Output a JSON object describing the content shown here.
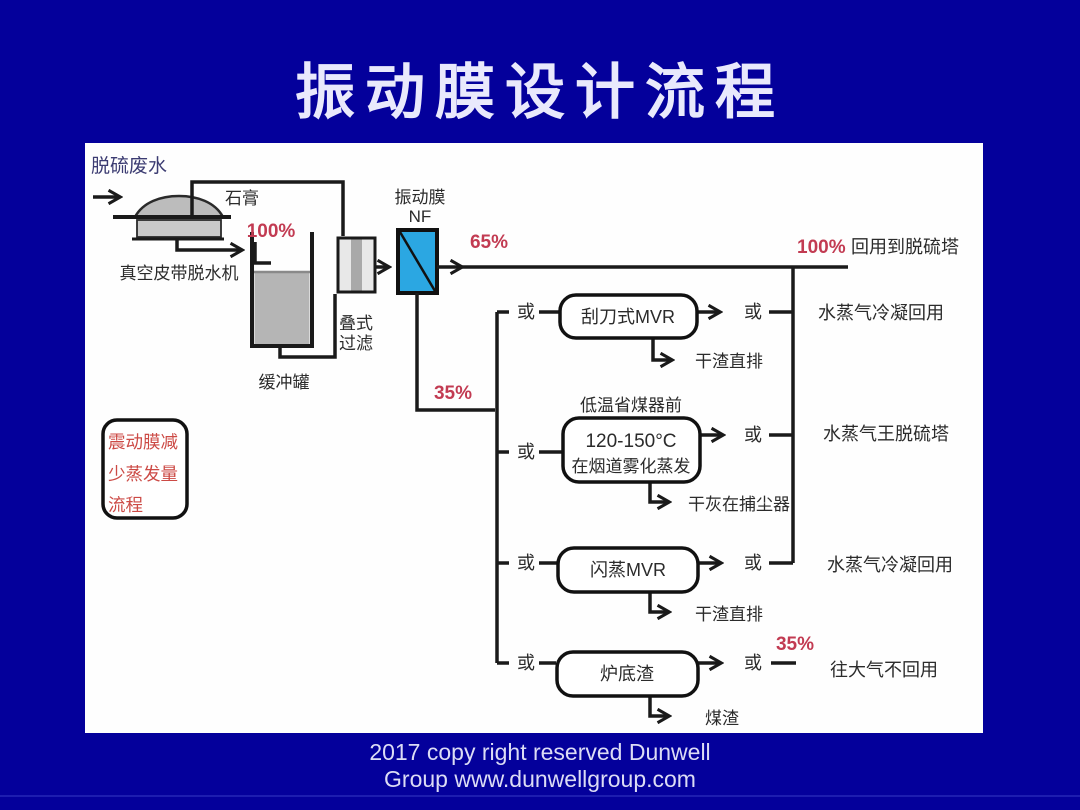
{
  "slide": {
    "title": "振动膜设计流程",
    "footer": {
      "line1": "2017 copy right reserved Dunwell",
      "line2": "Group www.dunwellgroup.com"
    }
  },
  "diagram": {
    "feed_label": "脱硫废水",
    "machine": {
      "label": "真空皮带脱水机",
      "gypsum_label": "石膏",
      "outflow_pct": "100%"
    },
    "buffer_tank": {
      "label": "缓冲罐"
    },
    "filter": {
      "label1": "叠式",
      "label2": "过滤"
    },
    "membrane": {
      "label1": "振动膜",
      "label2": "NF",
      "permeate_pct": "65%",
      "concentrate_pct": "35%"
    },
    "top_right": {
      "pct": "100%",
      "label": "回用到脱硫塔"
    },
    "or": "或",
    "note": {
      "line1": "震动膜减",
      "line2": "少蒸发量",
      "line3": "流程"
    },
    "options": [
      {
        "name": "刮刀式MVR",
        "solids": "干渣直排",
        "vapor": "水蒸气冷凝回用"
      },
      {
        "pre": "低温省煤器前",
        "name1": "120-150°C",
        "name2": "在烟道雾化蒸发",
        "solids": "干灰在捕尘器",
        "vapor": "水蒸气王脱硫塔"
      },
      {
        "name": "闪蒸MVR",
        "solids": "干渣直排",
        "vapor": "水蒸气冷凝回用"
      },
      {
        "name": "炉底渣",
        "solids": "煤渣",
        "pct": "35%",
        "vapor": "往大气不回用"
      }
    ],
    "colors": {
      "background": "#04009B",
      "membrane_fill": "#2BA7E2",
      "accent_red": "#C23B52",
      "line": "#1A1A1A"
    }
  }
}
